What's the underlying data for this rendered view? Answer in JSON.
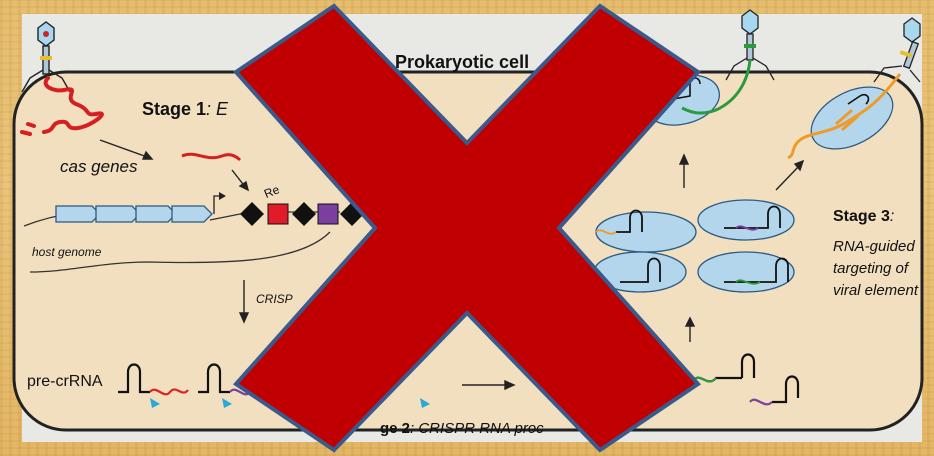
{
  "labels": {
    "title": "Prokaryotic cell",
    "stage1_bold": "Stage 1",
    "stage1_rest": ": E",
    "cas_genes": "cas genes",
    "host_genome": "host genome",
    "crispr_label": "CRISP",
    "pre_crrna": "pre-crRNA",
    "stage2_bold": "ge 2",
    "stage2_rest": ": CRISPR RNA proc",
    "stage3_bold": "Stage 3",
    "stage3_colon": ":",
    "stage3_line1": "RNA-guided",
    "stage3_line2": "targeting of",
    "stage3_line3": "viral element",
    "repeat_partial": "Re"
  },
  "colors": {
    "cross": "#c00000",
    "cross_outline": "#3b5a8c",
    "cell_fill": "#f2dfbf",
    "cell_border": "#222222",
    "cascade_fill": "#b4d6ec",
    "virus_red": "#d42020",
    "spacer_red": "#e02020",
    "spacer_purple": "#7b3fa0",
    "spacer_orange": "#ef9b2a",
    "spacer_green": "#2a9a3a"
  },
  "icons": [
    "phage-icon",
    "cross-mark-icon"
  ]
}
